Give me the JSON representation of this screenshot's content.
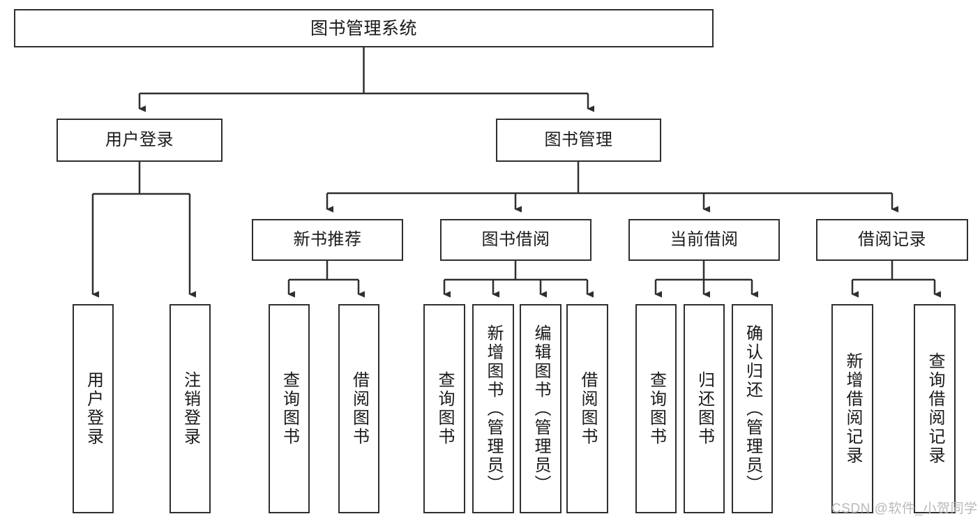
{
  "diagram": {
    "type": "tree",
    "title": "图书管理系统",
    "watermark": "CSDN @软件_小贺同学",
    "colors": {
      "stroke": "#2f2f2f",
      "box_fill": "#ffffff",
      "text": "#1a1a1a",
      "watermark": "#b9b9b9",
      "background": "#ffffff"
    },
    "levels": {
      "root": {
        "label": "图书管理系统"
      },
      "level2": [
        {
          "id": "user_login",
          "label": "用户登录"
        },
        {
          "id": "book_mgmt",
          "label": "图书管理"
        }
      ],
      "level3": [
        {
          "id": "new_book_rec",
          "label": "新书推荐",
          "parent": "book_mgmt"
        },
        {
          "id": "book_borrow",
          "label": "图书借阅",
          "parent": "book_mgmt"
        },
        {
          "id": "current_borrow",
          "label": "当前借阅",
          "parent": "book_mgmt"
        },
        {
          "id": "borrow_record",
          "label": "借阅记录",
          "parent": "book_mgmt"
        }
      ],
      "leaves": [
        {
          "id": "leaf_user_login",
          "label": "用户登录",
          "parent": "user_login"
        },
        {
          "id": "leaf_user_logout",
          "label": "注销登录",
          "parent": "user_login"
        },
        {
          "id": "leaf_query_book_1",
          "label": "查询图书",
          "parent": "new_book_rec"
        },
        {
          "id": "leaf_borrow_book_1",
          "label": "借阅图书",
          "parent": "new_book_rec"
        },
        {
          "id": "leaf_query_book_2",
          "label": "查询图书",
          "parent": "book_borrow"
        },
        {
          "id": "leaf_add_book",
          "label": "新增图书（管理员）",
          "parent": "book_borrow"
        },
        {
          "id": "leaf_edit_book",
          "label": "编辑图书（管理员）",
          "parent": "book_borrow"
        },
        {
          "id": "leaf_borrow_book_2",
          "label": "借阅图书",
          "parent": "book_borrow"
        },
        {
          "id": "leaf_query_book_3",
          "label": "查询图书",
          "parent": "current_borrow"
        },
        {
          "id": "leaf_return_book",
          "label": "归还图书",
          "parent": "current_borrow"
        },
        {
          "id": "leaf_confirm_return",
          "label": "确认归还（管理员）",
          "parent": "current_borrow"
        },
        {
          "id": "leaf_add_record",
          "label": "新增借阅记录",
          "parent": "borrow_record"
        },
        {
          "id": "leaf_query_record",
          "label": "查询借阅记录",
          "parent": "borrow_record"
        }
      ]
    }
  }
}
